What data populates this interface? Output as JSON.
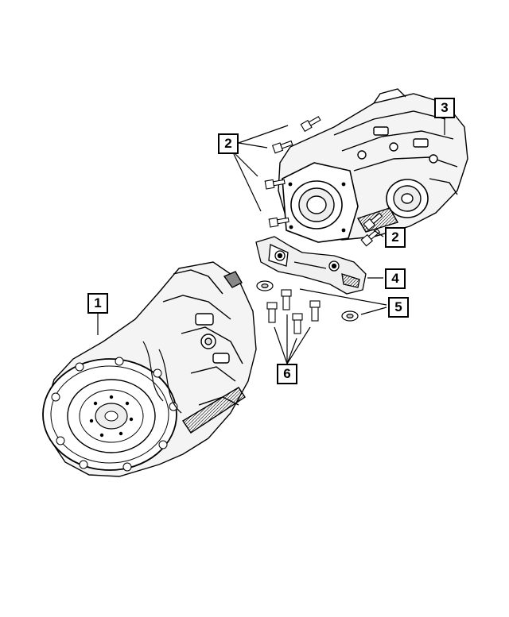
{
  "diagram": {
    "callouts": [
      {
        "id": "c1",
        "number": "1",
        "part": "transmission"
      },
      {
        "id": "c2a",
        "number": "2",
        "part": "bolt"
      },
      {
        "id": "c2b",
        "number": "2",
        "part": "bolt"
      },
      {
        "id": "c3",
        "number": "3",
        "part": "transfer-case"
      },
      {
        "id": "c4",
        "number": "4",
        "part": "mount-bracket"
      },
      {
        "id": "c5",
        "number": "5",
        "part": "washer"
      },
      {
        "id": "c6",
        "number": "6",
        "part": "bolt"
      }
    ],
    "colors": {
      "line": "#000000",
      "fill": "#ffffff",
      "shade": "#e6e6e6"
    }
  }
}
